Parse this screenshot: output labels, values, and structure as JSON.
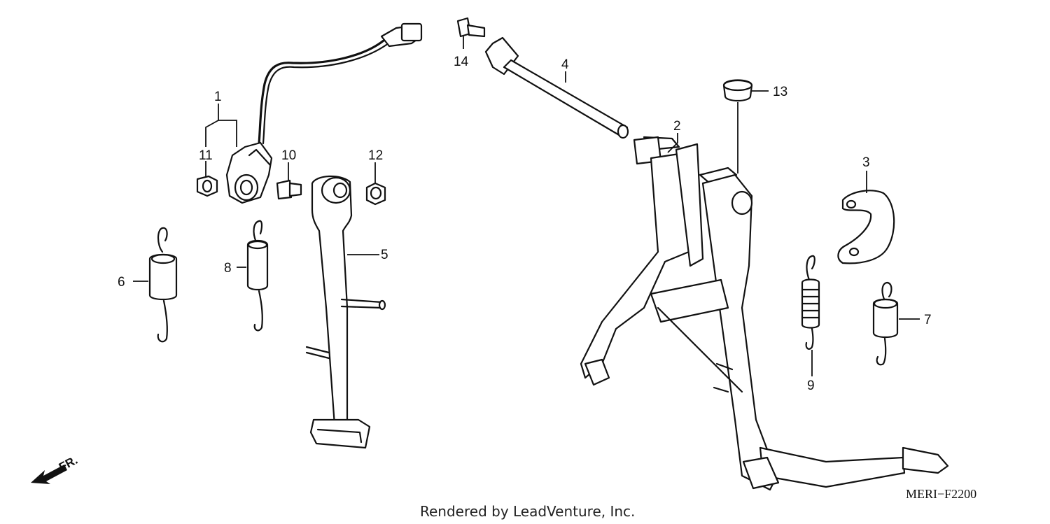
{
  "callouts": {
    "c1": "1",
    "c2": "2",
    "c3": "3",
    "c4": "4",
    "c5": "5",
    "c6": "6",
    "c7": "7",
    "c8": "8",
    "c9": "9",
    "c10": "10",
    "c11": "11",
    "c12": "12",
    "c13": "13",
    "c14": "14"
  },
  "direction_label": "FR.",
  "diagram_code": "MERI−F2200",
  "credit": "Rendered by LeadVenture, Inc."
}
